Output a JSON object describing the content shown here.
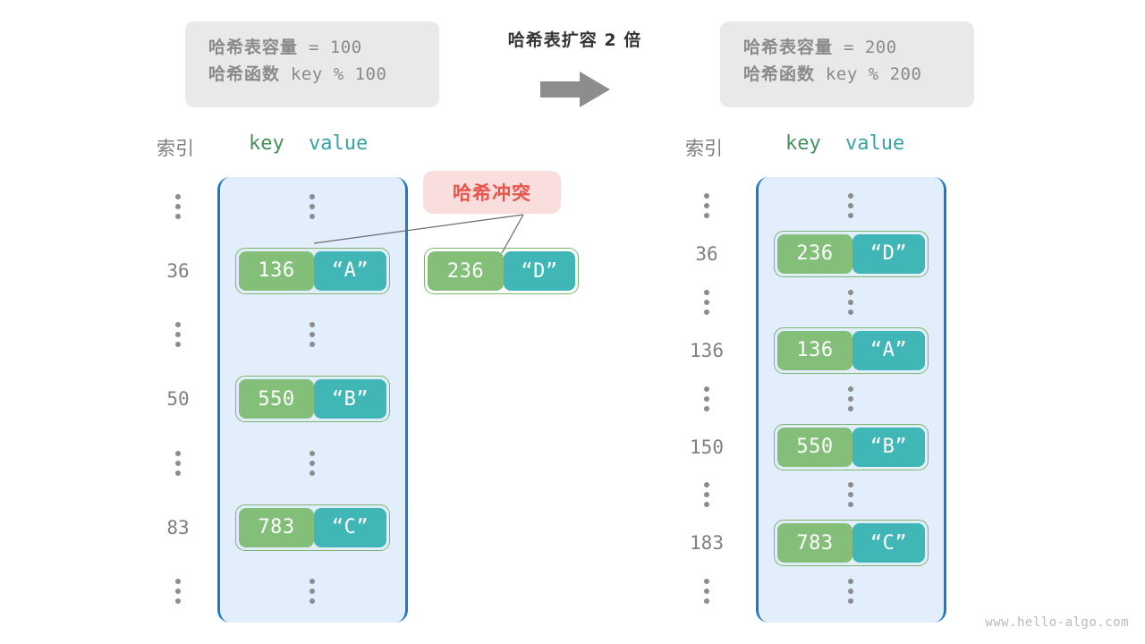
{
  "header": {
    "left_info": {
      "capacity_label": "哈希表容量",
      "capacity_expr": " = 100",
      "hash_label": "哈希函数",
      "hash_expr": " key % 100"
    },
    "right_info": {
      "capacity_label": "哈希表容量",
      "capacity_expr": " = 200",
      "hash_label": "哈希函数",
      "hash_expr": " key % 200"
    },
    "expand_caption": "哈希表扩容 2 倍",
    "arrow_icon": "arrow-right-icon"
  },
  "columns": {
    "index": "索引",
    "key": "key",
    "value": "value"
  },
  "collision": {
    "badge_label": "哈希冲突"
  },
  "left_table": {
    "rows": [
      {
        "index": "⋮",
        "type": "dots"
      },
      {
        "index": "36",
        "type": "pair",
        "key": "136",
        "value": "“A”"
      },
      {
        "index": "⋮",
        "type": "dots"
      },
      {
        "index": "50",
        "type": "pair",
        "key": "550",
        "value": "“B”"
      },
      {
        "index": "⋮",
        "type": "dots"
      },
      {
        "index": "83",
        "type": "pair",
        "key": "783",
        "value": "“C”"
      },
      {
        "index": "⋮",
        "type": "dots"
      }
    ],
    "detached": {
      "key": "236",
      "value": "“D”"
    }
  },
  "right_table": {
    "rows": [
      {
        "index": "⋮",
        "type": "dots"
      },
      {
        "index": "36",
        "type": "pair",
        "key": "236",
        "value": "“D”"
      },
      {
        "index": "⋮",
        "type": "dots"
      },
      {
        "index": "136",
        "type": "pair",
        "key": "136",
        "value": "“A”"
      },
      {
        "index": "⋮",
        "type": "dots"
      },
      {
        "index": "150",
        "type": "pair",
        "key": "550",
        "value": "“B”"
      },
      {
        "index": "⋮",
        "type": "dots"
      },
      {
        "index": "183",
        "type": "pair",
        "key": "783",
        "value": "“C”"
      },
      {
        "index": "⋮",
        "type": "dots"
      }
    ]
  },
  "watermark": "www.hello-algo.com",
  "colors": {
    "key_fill": "#83bf79",
    "value_fill": "#41b6b6",
    "pair_border": "#7cb56e",
    "table_fill": "#e2eefb",
    "table_border": "#1f79c4",
    "collision_bg": "#fadddd",
    "collision_text": "#e8544a",
    "info_bg": "#e9e9e9",
    "info_text": "#8a8a8a",
    "index_text": "#808080",
    "key_header": "#45915c",
    "value_header": "#37a3a3"
  }
}
